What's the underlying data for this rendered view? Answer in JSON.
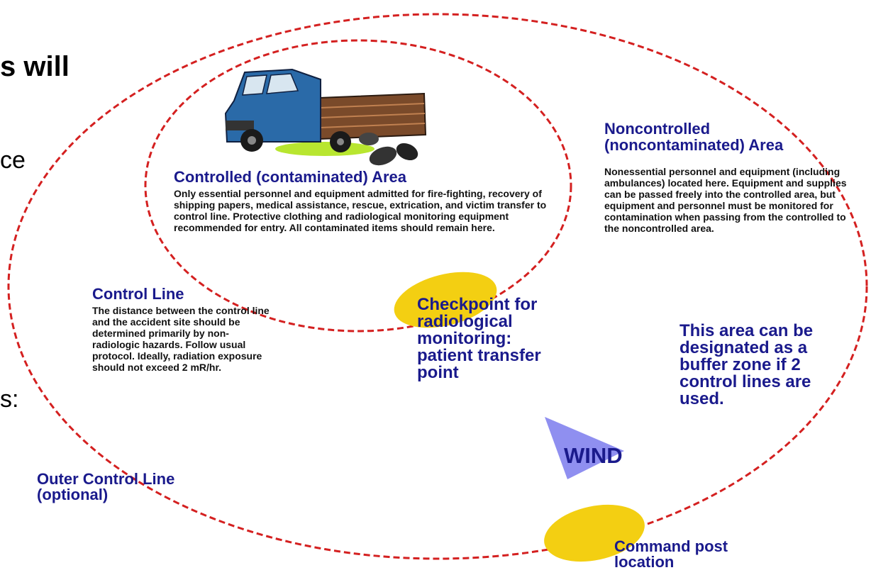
{
  "slide_fragments": {
    "frag1": "s will",
    "frag2": "ce",
    "frag3": "s:"
  },
  "diagram": {
    "controlled_area": {
      "title": "Controlled (contaminated) Area",
      "description": "Only essential personnel and equipment admitted for fire-fighting, recovery of shipping papers, medical assistance, rescue, extrication, and victim transfer to control line. Protective clothing and radiological monitoring equipment recommended for entry. All contaminated items should remain here."
    },
    "noncontrolled_area": {
      "title": "Noncontrolled (noncontaminated) Area",
      "description": "Nonessential personnel and equipment (including ambulances) located here. Equipment and supplies can be passed freely into the controlled area, but equipment and personnel must be monitored for contamination when passing from the controlled to the noncontrolled area."
    },
    "control_line": {
      "title": "Control Line",
      "description": "The distance between the control line and the accident site should be determined primarily by non-radiologic hazards. Follow usual protocol. Ideally, radiation exposure should not exceed 2 mR/hr."
    },
    "checkpoint": "Checkpoint for radiological monitoring: patient transfer point",
    "buffer_zone": "This area can be designated as a buffer zone if 2 control lines are used.",
    "wind": "WIND",
    "outer_control_line": "Outer Control Line (optional)",
    "command_post": "Command post location"
  },
  "colors": {
    "dashed_line": "#d42020",
    "label_blue": "#1a1a8c",
    "checkpoint_fill": "#f3cf12",
    "wind_arrow": "#8f8ff0",
    "truck_blue": "#2a6aa8",
    "truck_bed": "#7a4a2a"
  }
}
